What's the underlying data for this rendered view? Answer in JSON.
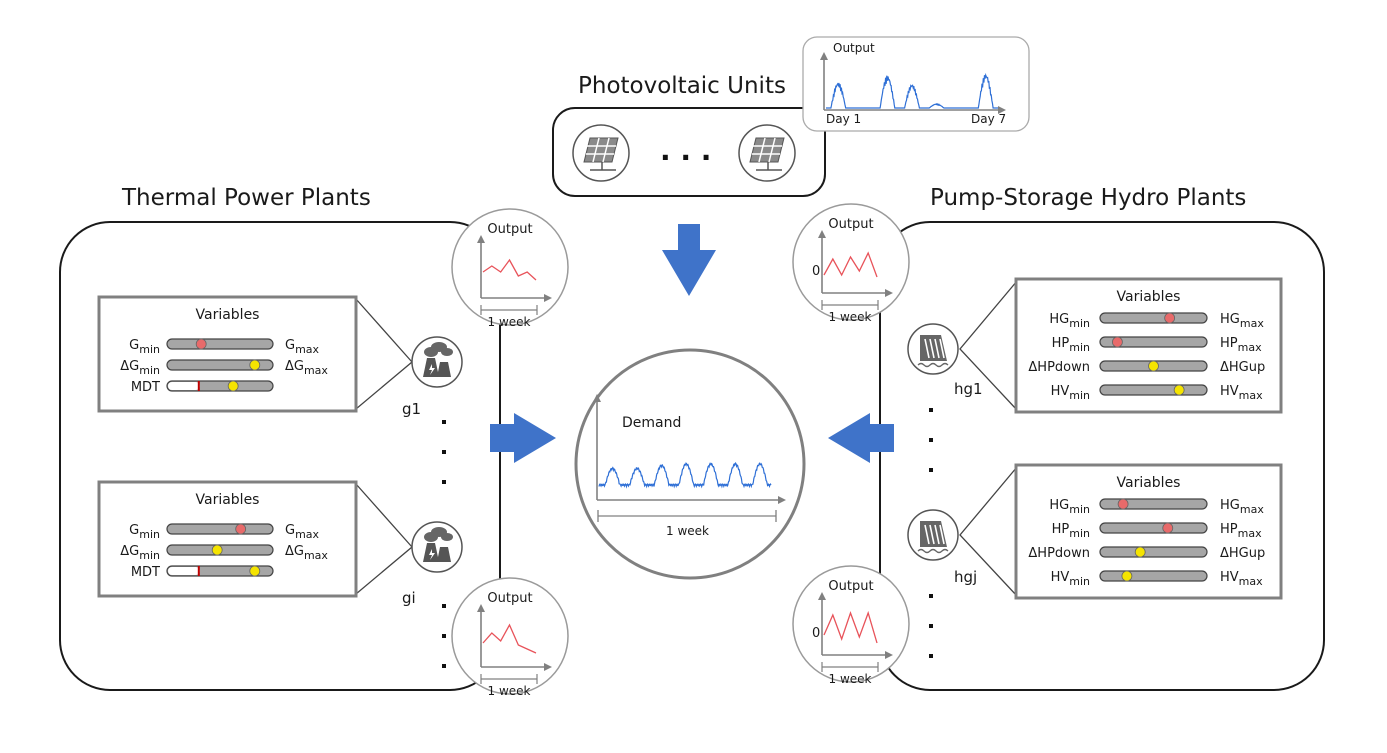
{
  "colors": {
    "arrow": "#3f73c9",
    "red_line": "#e8535a",
    "blue_line": "#2e6fd6",
    "slider_red": "#e86a6a",
    "slider_yellow": "#f5e400",
    "mdt_mark": "#c00000"
  },
  "regions": {
    "thermal": {
      "title": "Thermal Power Plants"
    },
    "photovoltaic": {
      "title": "Photovoltaic Units",
      "ellipsis": ". . ."
    },
    "hydro": {
      "title": "Pump-Storage Hydro Plants"
    }
  },
  "pv_output": {
    "title": "Output",
    "day_start": "Day 1",
    "day_end": "Day 7"
  },
  "demand": {
    "title": "Demand",
    "period": "1 week"
  },
  "thermal_units": [
    {
      "id": "g1",
      "icon": "power-plant-icon",
      "variables_title": "Variables",
      "rows": [
        {
          "left": "G",
          "left_sub": "min",
          "right": "G",
          "right_sub": "max",
          "level": 0.3,
          "dot": "red"
        },
        {
          "left": "ΔG",
          "left_sub": "min",
          "right": "ΔG",
          "right_sub": "max",
          "level": 0.87,
          "dot": "yellow"
        },
        {
          "left": "MDT",
          "left_sub": "",
          "right": "",
          "right_sub": "",
          "level": 0.64,
          "dot": "yellow",
          "mdt": true
        }
      ],
      "output": {
        "title": "Output",
        "period": "1 week",
        "values": [
          0.55,
          0.7,
          0.55,
          0.85,
          0.45,
          0.55,
          0.35
        ]
      }
    },
    {
      "id": "gi",
      "icon": "power-plant-icon",
      "variables_title": "Variables",
      "rows": [
        {
          "left": "G",
          "left_sub": "min",
          "right": "G",
          "right_sub": "max",
          "level": 0.72,
          "dot": "red"
        },
        {
          "left": "ΔG",
          "left_sub": "min",
          "right": "ΔG",
          "right_sub": "max",
          "level": 0.47,
          "dot": "yellow"
        },
        {
          "left": "MDT",
          "left_sub": "",
          "right": "",
          "right_sub": "",
          "level": 0.87,
          "dot": "yellow",
          "mdt": true
        }
      ],
      "output": {
        "title": "Output",
        "period": "1 week",
        "values": [
          0.5,
          0.75,
          0.55,
          0.95,
          0.45,
          0.35,
          0.25
        ]
      }
    }
  ],
  "hydro_units": [
    {
      "id": "hg1",
      "icon": "hydro-dam-icon",
      "variables_title": "Variables",
      "rows": [
        {
          "left": "HG",
          "left_sub": "min",
          "right": "HG",
          "right_sub": "max",
          "level": 0.67,
          "dot": "red"
        },
        {
          "left": "HP",
          "left_sub": "min",
          "right": "HP",
          "right_sub": "max",
          "level": 0.12,
          "dot": "red"
        },
        {
          "left": "ΔHPdown",
          "left_sub": "",
          "right": "ΔHGup",
          "right_sub": "",
          "level": 0.5,
          "dot": "yellow"
        },
        {
          "left": "HV",
          "left_sub": "min",
          "right": "HV",
          "right_sub": "max",
          "level": 0.77,
          "dot": "yellow"
        }
      ],
      "output": {
        "title": "Output",
        "period": "1 week",
        "zero": "0",
        "values": [
          0.35,
          0.75,
          0.35,
          0.8,
          0.45,
          0.9,
          0.3
        ]
      }
    },
    {
      "id": "hgj",
      "icon": "hydro-dam-icon",
      "variables_title": "Variables",
      "rows": [
        {
          "left": "HG",
          "left_sub": "min",
          "right": "HG",
          "right_sub": "max",
          "level": 0.18,
          "dot": "red"
        },
        {
          "left": "HP",
          "left_sub": "min",
          "right": "HP",
          "right_sub": "max",
          "level": 0.65,
          "dot": "red"
        },
        {
          "left": "ΔHPdown",
          "left_sub": "",
          "right": "ΔHGup",
          "right_sub": "",
          "level": 0.36,
          "dot": "yellow"
        },
        {
          "left": "HV",
          "left_sub": "min",
          "right": "HV",
          "right_sub": "max",
          "level": 0.22,
          "dot": "yellow"
        }
      ],
      "output": {
        "title": "Output",
        "period": "1 week",
        "zero": "0",
        "values": [
          0.4,
          0.9,
          0.3,
          0.95,
          0.35,
          0.95,
          0.2
        ]
      }
    }
  ]
}
